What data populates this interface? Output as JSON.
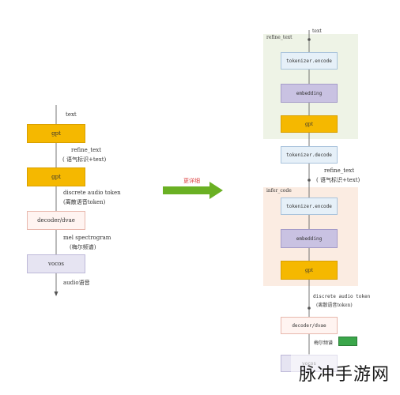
{
  "left": {
    "text_in": "text",
    "gpt1": "gpt",
    "refine_text": "refine_text",
    "refine_sub": "( 语气标识+text)",
    "gpt2": "gpt",
    "discrete": "discrete audio token",
    "discrete_sub": "(离散语音token)",
    "decoder": "decoder/dvae",
    "mel": "mel spectrogram",
    "mel_sub": "(梅尔频谱)",
    "vocos": "vocos",
    "audio_out": "audio语音"
  },
  "middle": {
    "arrow_label": "更详细",
    "arrow_color": "#6ab023"
  },
  "right": {
    "text_in": "text",
    "refine_region": "refine_text",
    "tok_encode1": "tokenizer.encode",
    "embedding1": "embedding",
    "gpt1": "gpt",
    "tok_decode": "tokenizer.decode",
    "refine_text": "refine_text",
    "refine_sub": "( 语气标识+text)",
    "infer_region": "infer_code",
    "tok_encode2": "tokenizer.encode",
    "embedding2": "embedding",
    "gpt2": "gpt",
    "discrete": "discrete audio token",
    "discrete_sub": "(离散语音token)",
    "decoder": "decoder/dvae",
    "mel_label": "梅尔频谱",
    "vocos": "vocos"
  },
  "watermark": "脉冲手游网",
  "colors": {
    "gpt": "#f5b800",
    "refine_region": "#eef3e6",
    "infer_region": "#fbece2",
    "arrow": "#6ab023"
  }
}
